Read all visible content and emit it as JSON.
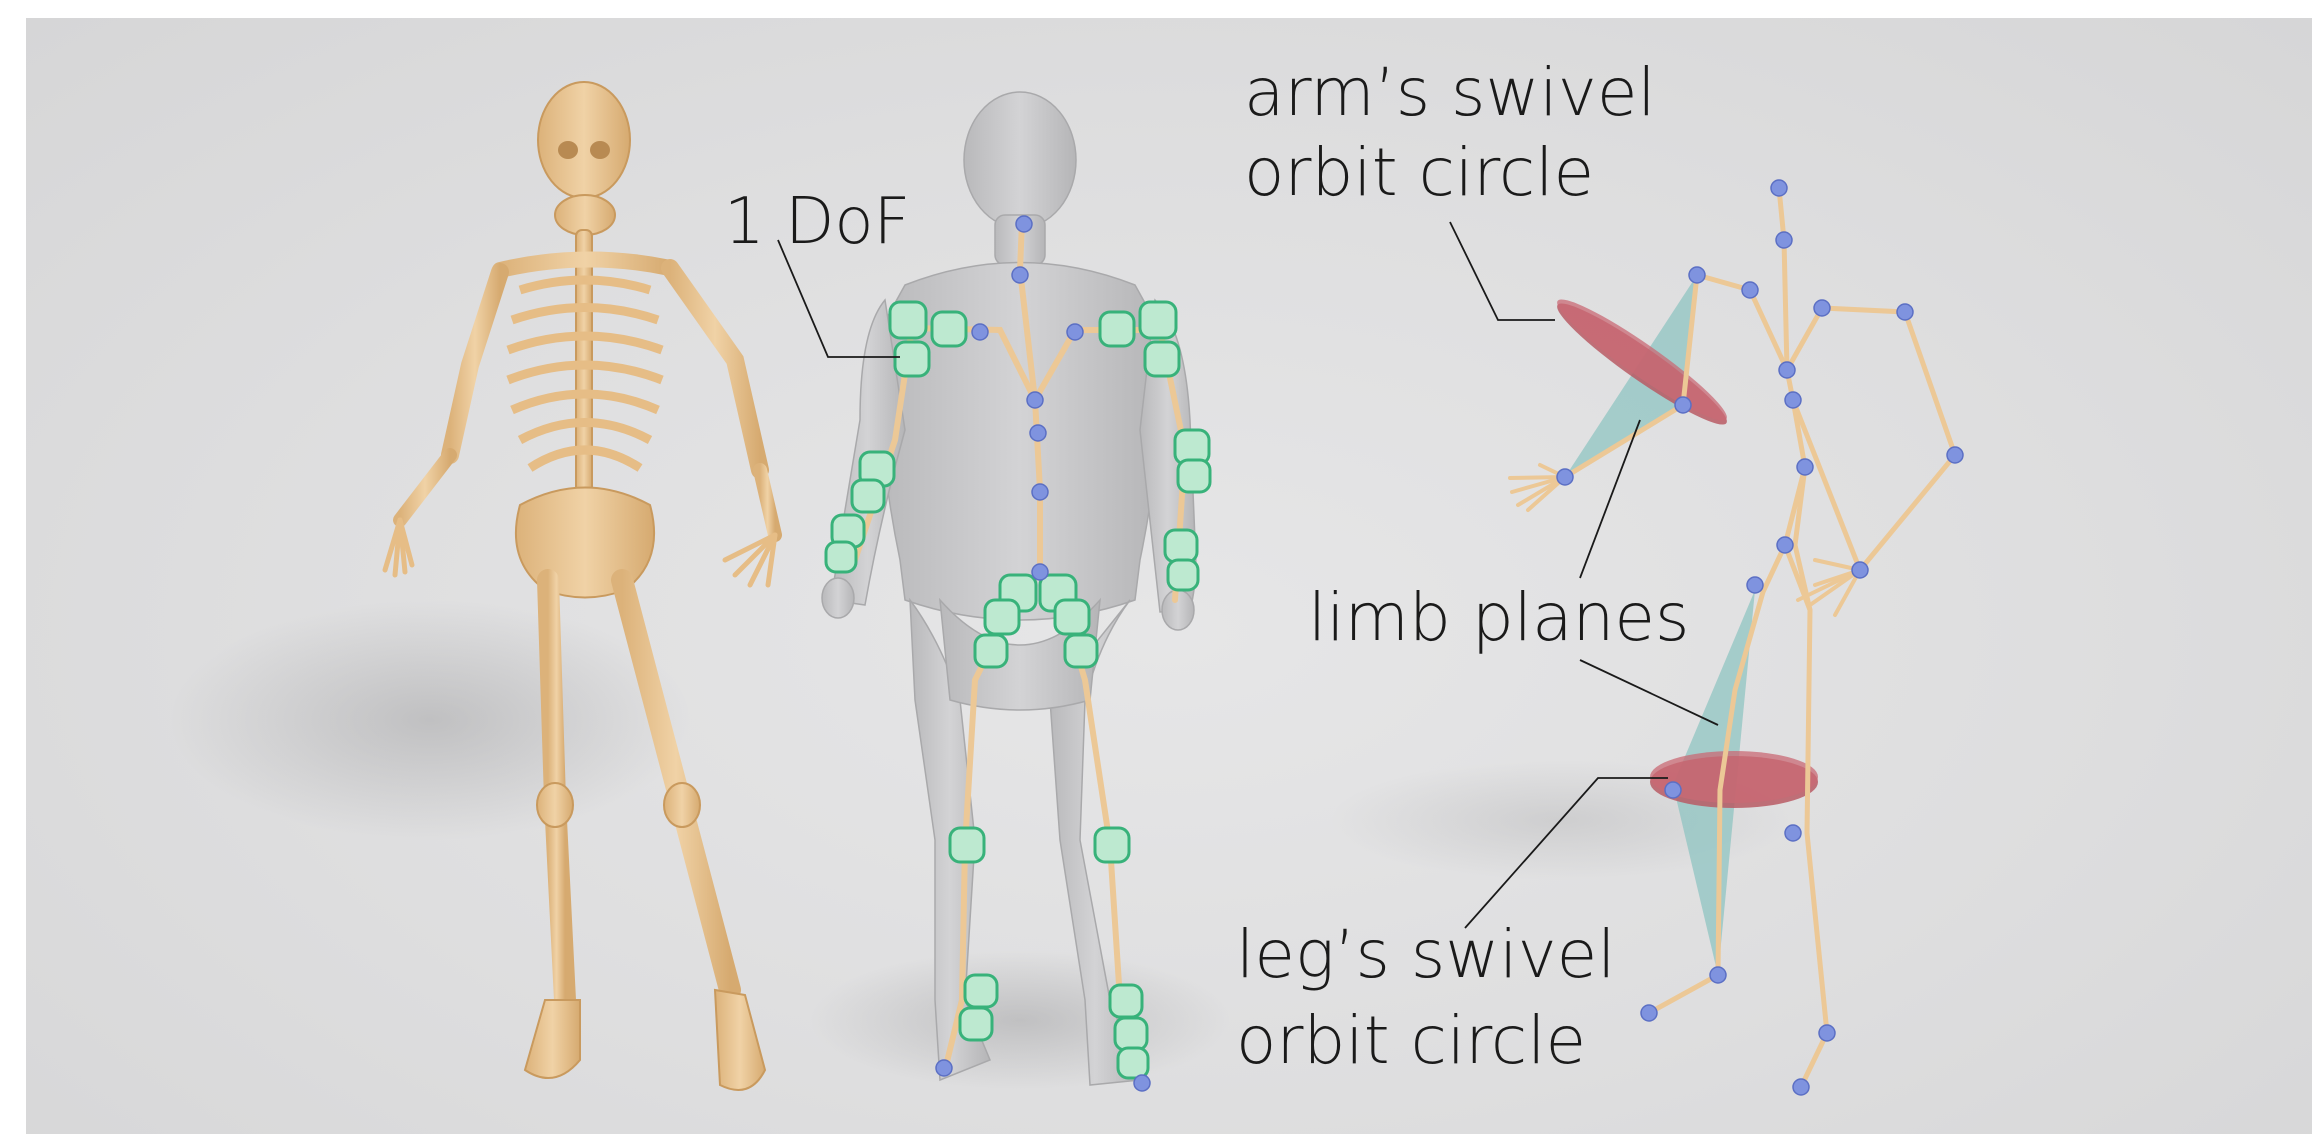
{
  "labels": {
    "dof": "1 DoF",
    "arm_swivel_line1": "arm’s swivel",
    "arm_swivel_line2": "orbit circle",
    "limb_planes": "limb planes",
    "leg_swivel_line1": "leg’s swivel",
    "leg_swivel_line2": "orbit circle"
  },
  "colors": {
    "bone": "#ecc896",
    "bone_shade": "#d9ad72",
    "body": "#c9c9cb",
    "joint": "#7f93df",
    "gizmo": "#bde9d0",
    "gizmo_stroke": "#38b27a",
    "orbit_disc": "#b85a64",
    "limb_plane": "#8fc4c2",
    "text": "#1a1a1a",
    "background": "#dededf"
  },
  "figures": {
    "left": "skeleton",
    "middle": "body-mesh-with-joint-gizmos",
    "right": "stick-figure-with-swivel-planes"
  }
}
